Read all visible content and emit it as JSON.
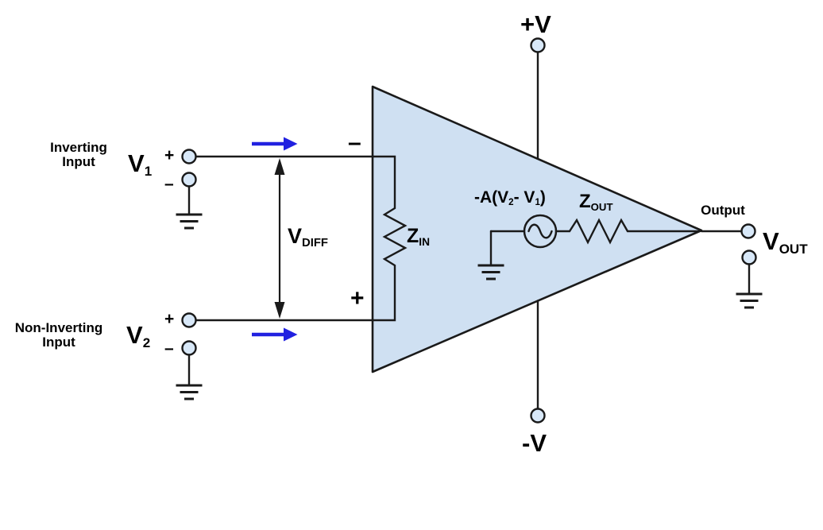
{
  "labels": {
    "inverting_input_line1": "Inverting",
    "inverting_input_line2": "Input",
    "non_inverting_input_line1": "Non-Inverting",
    "non_inverting_input_line2": "Input",
    "v1_main": "V",
    "v1_sub": "1",
    "v2_main": "V",
    "v2_sub": "2",
    "v1_plus": "+",
    "v1_minus": "–",
    "v2_plus": "+",
    "v2_minus": "–",
    "vdiff_main": "V",
    "vdiff_sub": "DIFF",
    "zin_main": "Z",
    "zin_sub": "IN",
    "zout_main": "Z",
    "zout_sub": "OUT",
    "gain_part1": "-A(V",
    "gain_sub1": "2",
    "gain_part2": "- V",
    "gain_sub2": "1",
    "gain_part3": ")",
    "opamp_minus": "–",
    "opamp_plus": "+",
    "positive_supply": "+V",
    "negative_supply": "-V",
    "output": "Output",
    "vout_main": "V",
    "vout_sub": "OUT"
  },
  "colors": {
    "line": "#1a1a1a",
    "opamp_fill": "#cfe0f2",
    "terminal_fill": "#d8e8f8",
    "arrow_blue": "#2121e0",
    "text": "#000000"
  }
}
